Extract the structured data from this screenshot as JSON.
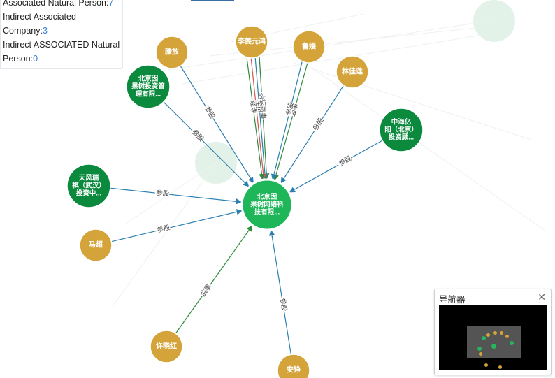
{
  "info": {
    "line1_label": "Associated Natural Person:",
    "line1_value": "7",
    "line2_label": "Indirect Associated Company:",
    "line2_value": "3",
    "line3_label": "Indirect ASSOCIATED Natural Person:",
    "line3_value": "0"
  },
  "navigator": {
    "title": "导航器",
    "close_icon": "close-icon"
  },
  "colors": {
    "person": "#d4a43b",
    "company": "#0b8a3e",
    "center": "#1fb65a",
    "edge_invest": "#2a7fb0",
    "edge_exec": "#2e8b3d",
    "edge_legal": "#d9534f"
  },
  "nodes": [
    {
      "id": "center",
      "label": "北京因果树网络科技有限...",
      "lines": [
        "北京因",
        "果树网络科",
        "技有限..."
      ],
      "kind": "center"
    },
    {
      "id": "c1",
      "label": "北京因果树投资管理有限...",
      "lines": [
        "北京因",
        "果树投资管",
        "理有限..."
      ],
      "kind": "company"
    },
    {
      "id": "c2",
      "label": "中海亿阳（北京）投资顾...",
      "lines": [
        "中海亿",
        "阳（北京）",
        "投资顾..."
      ],
      "kind": "company"
    },
    {
      "id": "c3",
      "label": "天风瑞祺（武汉）投资中...",
      "lines": [
        "天风瑞",
        "祺（武汉）",
        "投资中..."
      ],
      "kind": "company"
    },
    {
      "id": "p1",
      "label": "滕放",
      "lines": [
        "滕放"
      ],
      "kind": "person"
    },
    {
      "id": "p2",
      "label": "李姜元鸿",
      "lines": [
        "李姜元鸿"
      ],
      "kind": "person"
    },
    {
      "id": "p3",
      "label": "鲁嫚",
      "lines": [
        "鲁嫚"
      ],
      "kind": "person"
    },
    {
      "id": "p4",
      "label": "林佳莲",
      "lines": [
        "林佳莲"
      ],
      "kind": "person"
    },
    {
      "id": "p5",
      "label": "马超",
      "lines": [
        "马超"
      ],
      "kind": "person"
    },
    {
      "id": "p6",
      "label": "许晓红",
      "lines": [
        "许晓红"
      ],
      "kind": "person"
    },
    {
      "id": "p7",
      "label": "安铮",
      "lines": [
        "安铮"
      ],
      "kind": "person"
    }
  ],
  "edges": [
    {
      "from": "p1",
      "to": "center",
      "label": "参股",
      "type": "invest"
    },
    {
      "from": "c1",
      "to": "center",
      "label": "参股",
      "type": "invest"
    },
    {
      "from": "p2",
      "to": "center",
      "label": "执行董事",
      "type": "exec"
    },
    {
      "from": "p2",
      "to": "center",
      "label": "参股",
      "type": "invest"
    },
    {
      "from": "p2",
      "to": "center",
      "label": "法人",
      "type": "legal"
    },
    {
      "from": "p2",
      "to": "center",
      "label": "经理",
      "type": "exec"
    },
    {
      "from": "p3",
      "to": "center",
      "label": "监事",
      "type": "exec"
    },
    {
      "from": "p3",
      "to": "center",
      "label": "参股",
      "type": "invest"
    },
    {
      "from": "p4",
      "to": "center",
      "label": "参股",
      "type": "invest"
    },
    {
      "from": "c2",
      "to": "center",
      "label": "参股",
      "type": "invest"
    },
    {
      "from": "c3",
      "to": "center",
      "label": "参股",
      "type": "invest"
    },
    {
      "from": "p5",
      "to": "center",
      "label": "参股",
      "type": "invest"
    },
    {
      "from": "p6",
      "to": "center",
      "label": "监事",
      "type": "exec"
    },
    {
      "from": "p7",
      "to": "center",
      "label": "参股",
      "type": "invest"
    }
  ]
}
